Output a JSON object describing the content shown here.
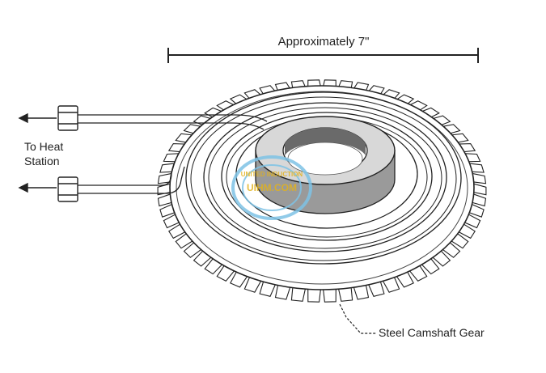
{
  "dimension": {
    "label": "Approximately 7\""
  },
  "outlet": {
    "line1": "To Heat",
    "line2": "Station"
  },
  "part": {
    "label": "Steel Camshaft Gear"
  },
  "watermark": {
    "text": "UIHM.COM",
    "arc_text": "UNITED INDUCTION",
    "color": "#e2b21c",
    "ring_color": "#7ec3e6"
  },
  "gear": {
    "teeth": 62
  }
}
